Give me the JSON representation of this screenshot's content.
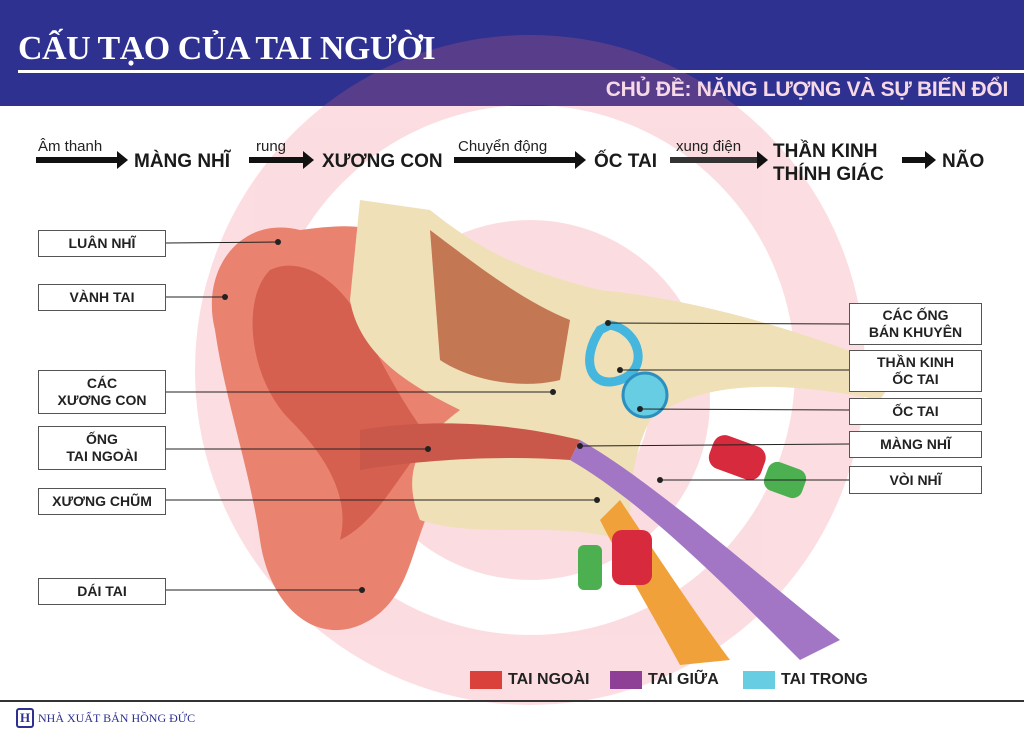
{
  "header": {
    "title": "CẤU TẠO CỦA TAI NGƯỜI",
    "subtitle": "CHỦ ĐỀ: NĂNG LƯỢNG VÀ SỰ BIẾN ĐỔI"
  },
  "flow": {
    "steps": [
      "MÀNG NHĨ",
      "XƯƠNG CON",
      "ỐC TAI",
      "THẦN KINH",
      "THÍNH GIÁC",
      "NÃO"
    ],
    "arrows": [
      "Âm thanh",
      "rung",
      "Chuyển động",
      "xung điện"
    ]
  },
  "labels_left": [
    {
      "line1": "LUÂN NHĨ"
    },
    {
      "line1": "VÀNH TAI"
    },
    {
      "line1": "CÁC",
      "line2": "XƯƠNG CON"
    },
    {
      "line1": "ỐNG",
      "line2": "TAI NGOÀI"
    },
    {
      "line1": "XƯƠNG CHŨM"
    },
    {
      "line1": "DÁI TAI"
    }
  ],
  "labels_right": [
    {
      "line1": "CÁC ỐNG",
      "line2": "BÁN KHUYÊN"
    },
    {
      "line1": "THẦN KINH",
      "line2": "ỐC TAI"
    },
    {
      "line1": "ỐC TAI"
    },
    {
      "line1": "MÀNG NHĨ"
    },
    {
      "line1": "VÒI NHĨ"
    }
  ],
  "legend": [
    {
      "label": "TAI NGOÀI",
      "color": "#d9413a"
    },
    {
      "label": "TAI GIỮA",
      "color": "#8e3f96"
    },
    {
      "label": "TAI TRONG",
      "color": "#66cde3"
    }
  ],
  "footer": {
    "publisher": "NHÀ XUẤT BẢN HỒNG ĐỨC",
    "logo": "H"
  }
}
